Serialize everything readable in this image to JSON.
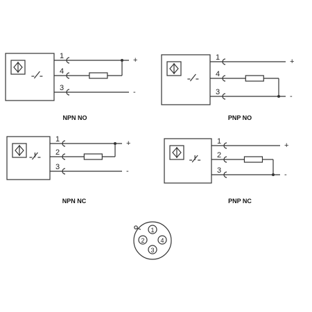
{
  "diagrams": [
    {
      "caption": "NPN NO",
      "switch": "no",
      "resistor_to": "positive",
      "pins": [
        "1",
        "4",
        "3"
      ],
      "polarity": [
        "+",
        "-"
      ]
    },
    {
      "caption": "PNP NO",
      "switch": "no",
      "resistor_to": "negative",
      "pins": [
        "1",
        "4",
        "3"
      ],
      "polarity": [
        "+",
        "-"
      ]
    },
    {
      "caption": "NPN NC",
      "switch": "nc",
      "resistor_to": "positive",
      "pins": [
        "1",
        "2",
        "3"
      ],
      "polarity": [
        "+",
        "-"
      ]
    },
    {
      "caption": "PNP NC",
      "switch": "nc",
      "resistor_to": "negative",
      "pins": [
        "1",
        "2",
        "3"
      ],
      "polarity": [
        "+",
        "-"
      ]
    }
  ],
  "connector": {
    "pins": [
      "1",
      "2",
      "3",
      "4"
    ]
  },
  "colors": {
    "line": "#333333",
    "text": "#222222"
  }
}
